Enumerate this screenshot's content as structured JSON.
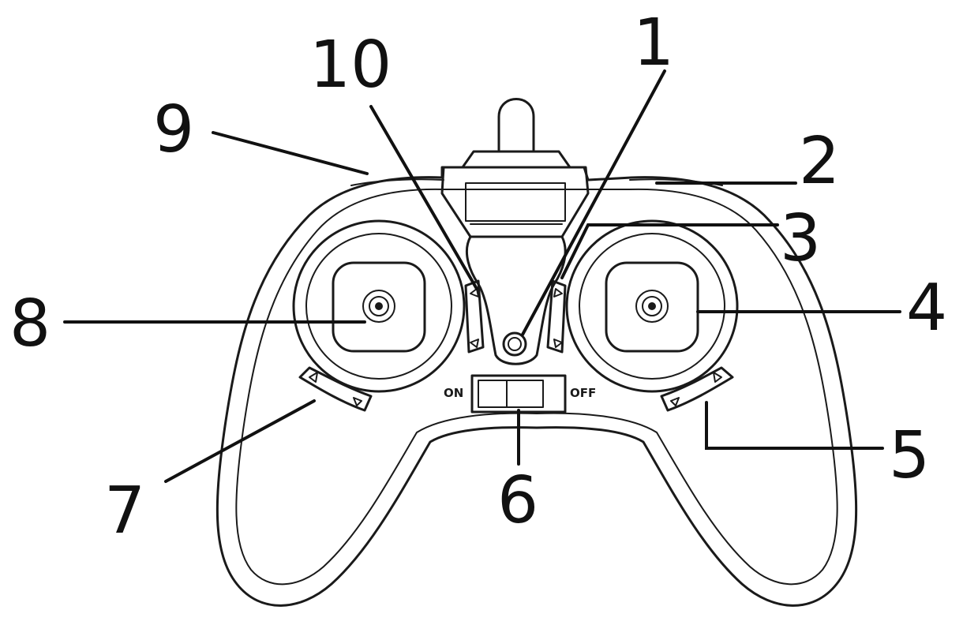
{
  "callouts": [
    {
      "id": "c1",
      "text": "1"
    },
    {
      "id": "c2",
      "text": "2"
    },
    {
      "id": "c3",
      "text": "3"
    },
    {
      "id": "c4",
      "text": "4"
    },
    {
      "id": "c5",
      "text": "5"
    },
    {
      "id": "c6",
      "text": "6"
    },
    {
      "id": "c7",
      "text": "7"
    },
    {
      "id": "c8",
      "text": "8"
    },
    {
      "id": "c9",
      "text": "9"
    },
    {
      "id": "c10",
      "text": "10"
    }
  ],
  "power_switch": {
    "on_label": "ON",
    "off_label": "OFF"
  },
  "colors": {
    "line": "#1a1a1a",
    "background": "#ffffff"
  }
}
